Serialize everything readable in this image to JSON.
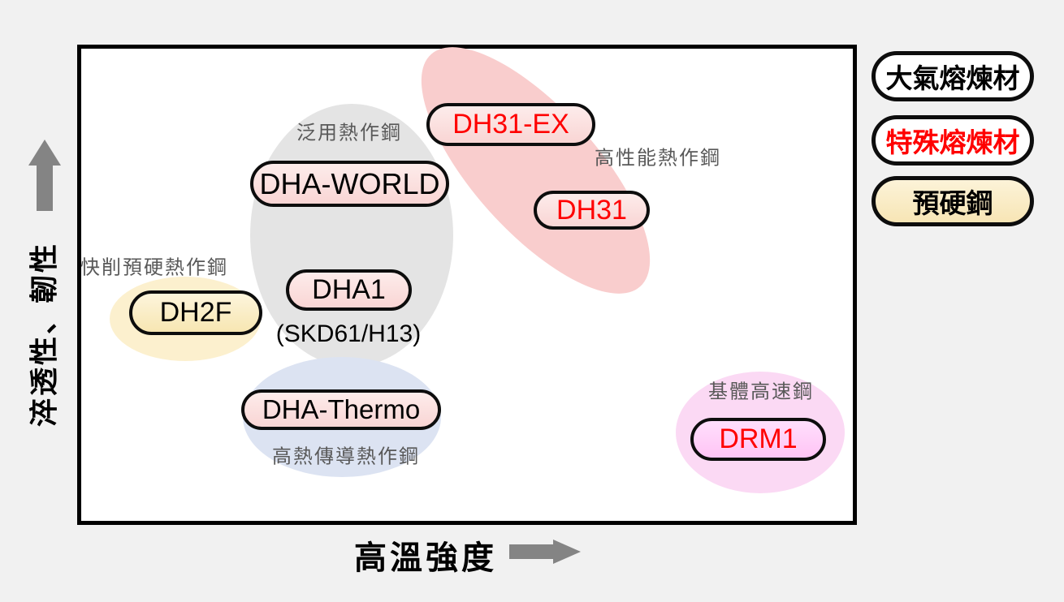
{
  "axes": {
    "y_label": "淬透性、韌性",
    "x_label": "高溫強度"
  },
  "clusters": [
    {
      "label": "泛用熱作鋼",
      "color": "#E4E4E4"
    },
    {
      "label": "高性能熱作鋼",
      "color": "#F9CDCD"
    },
    {
      "label": "快削預硬熱作鋼",
      "color": "#FCF0CE"
    },
    {
      "label": "高熱傳導熱作鋼",
      "color": "#DCE3F2"
    },
    {
      "label": "基體高速鋼",
      "color": "#FBD9F4"
    }
  ],
  "products": [
    {
      "name": "DH31-EX",
      "text_color": "#FF0000",
      "fill": "#F9D5D4"
    },
    {
      "name": "DHA-WORLD",
      "text_color": "#000000",
      "fill": "#F9D5D4"
    },
    {
      "name": "DH31",
      "text_color": "#FF0000",
      "fill": "#F9D5D4"
    },
    {
      "name": "DHA1",
      "text_color": "#000000",
      "fill": "#F9D5D4",
      "note": "(SKD61/H13)"
    },
    {
      "name": "DH2F",
      "text_color": "#000000",
      "fill": "#F7E6B2"
    },
    {
      "name": "DHA-Thermo",
      "text_color": "#000000",
      "fill": "#F9D5D4"
    },
    {
      "name": "DRM1",
      "text_color": "#FF0000",
      "fill": "#FFC4F5"
    }
  ],
  "legend": {
    "items": [
      {
        "label": "大氣熔煉材",
        "text_color": "#000000",
        "fill": "#FFFFFF"
      },
      {
        "label": "特殊熔煉材",
        "text_color": "#FF0000",
        "fill": "#FFFFFF"
      },
      {
        "label": "預硬鋼",
        "text_color": "#000000",
        "fill": "#F7E5B5"
      }
    ]
  },
  "colors": {
    "background": "#F1F1F1",
    "plot_background": "#FFFFFF",
    "border_black": "#0D0D0D",
    "label_gray": "#595959",
    "arrow_gray": "#848484",
    "accent_red": "#FF0000"
  }
}
